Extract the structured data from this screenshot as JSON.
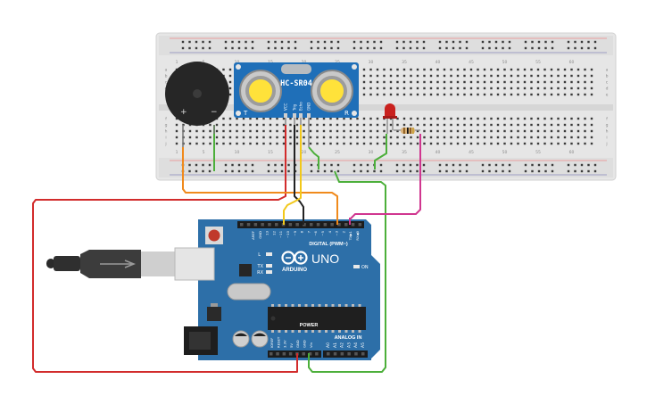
{
  "sensor": {
    "model": "HC-SR04",
    "left_mark": "T",
    "right_mark": "R",
    "pins": [
      "VCC",
      "Trig",
      "Echo",
      "GND"
    ]
  },
  "board": {
    "brand": "ARDUINO",
    "model": "UNO",
    "digital_label": "DIGITAL (PWM~)",
    "power_label": "POWER",
    "analog_label": "ANALOG IN",
    "on_label": "ON",
    "l_label": "L",
    "tx_label": "TX",
    "rx_label": "RX",
    "ioref_label": "IOREF",
    "digital_top_pins": [
      "AREF",
      "GND",
      "13",
      "12",
      "~11",
      "~10",
      "~9",
      "8",
      "7",
      "~6",
      "~5",
      "4",
      "~3",
      "2",
      "TX▶1",
      "RX◀0"
    ],
    "power_pins": [
      "IOREF",
      "RESET",
      "3.3V",
      "5V",
      "GND",
      "GND",
      "Vin"
    ],
    "analog_pins": [
      "A0",
      "A1",
      "A2",
      "A3",
      "A4",
      "A5"
    ]
  },
  "breadboard": {
    "column_numbers": [
      "1",
      "5",
      "10",
      "15",
      "20",
      "25",
      "30",
      "35",
      "40",
      "45",
      "50",
      "55",
      "60"
    ],
    "row_letters_top": [
      "a",
      "b",
      "c",
      "d",
      "e"
    ],
    "row_letters_bottom": [
      "f",
      "g",
      "h",
      "i",
      "j"
    ]
  },
  "buzzer": {
    "plus": "+",
    "minus": "−"
  },
  "colors": {
    "wire_red": "#d22c2c",
    "wire_orange": "#f08a1c",
    "wire_green": "#4caf3a",
    "wire_magenta": "#d0368f",
    "wire_yellow": "#f2c81a",
    "wire_black": "#222222",
    "board_blue": "#2d6fa8",
    "breadboard": "#e6e6e6"
  }
}
